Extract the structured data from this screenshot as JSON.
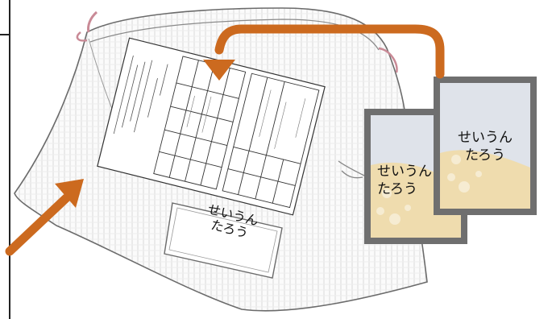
{
  "bag_label": {
    "line1": "せいうん",
    "line2": "たろう"
  },
  "back_card": {
    "line1": "せいうん",
    "line2": "たろう"
  },
  "front_card": {
    "line1": "せいうん",
    "line2": "たろう"
  },
  "colors": {
    "arrow": "#cc6a1f",
    "card_frame": "#6f6f6f",
    "card_sky": "#dfe3ea",
    "card_sand": "#efdcae",
    "bag_stripe": "#e6e6e6",
    "bag_outline": "#6b6b6b",
    "bag_tie": "#c98a96"
  },
  "icons": [
    "inventory-form-icon",
    "name-card-icon",
    "arrow-icon",
    "curved-arrow-icon",
    "drawstring-bag-icon"
  ]
}
